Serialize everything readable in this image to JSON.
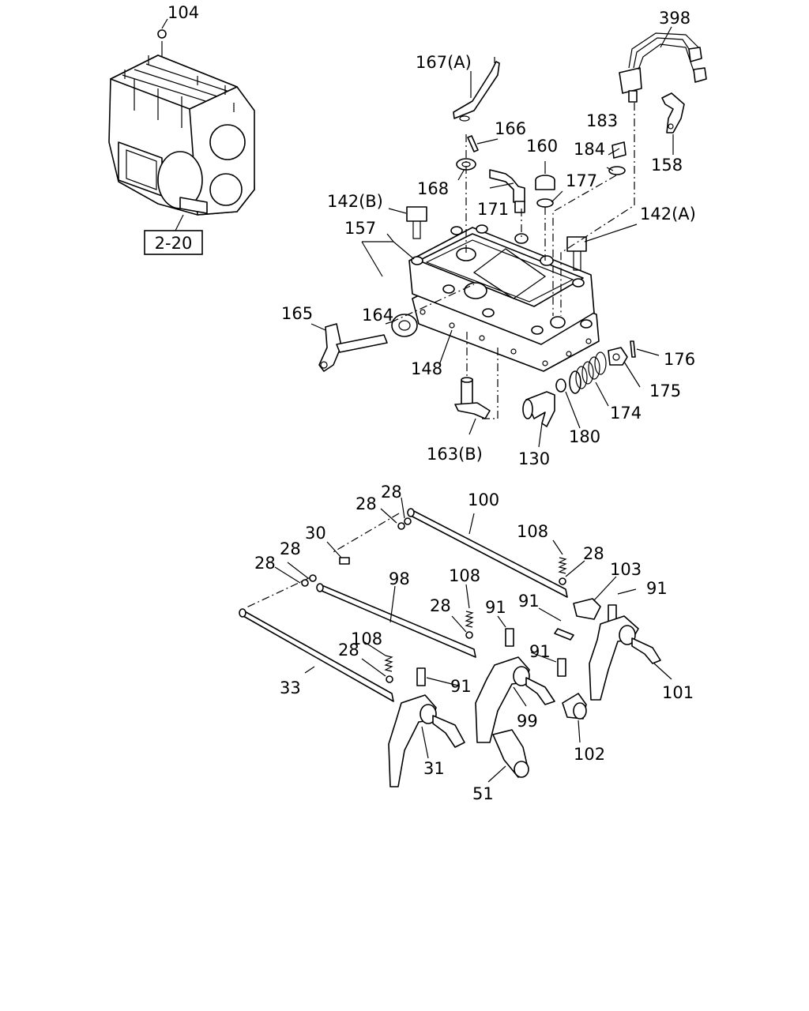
{
  "diagram": {
    "reference_box": "2-20",
    "labels": {
      "l104": "104",
      "l398": "398",
      "l167a": "167(A)",
      "l166": "166",
      "l168": "168",
      "l160": "160",
      "l183": "183",
      "l184": "184",
      "l158": "158",
      "l177": "177",
      "l171": "171",
      "l142b": "142(B)",
      "l142a": "142(A)",
      "l157": "157",
      "l164": "164",
      "l165": "165",
      "l148": "148",
      "l176": "176",
      "l175": "175",
      "l174": "174",
      "l180": "180",
      "l163b": "163(B)",
      "l130": "130",
      "l28a": "28",
      "l28b": "28",
      "l100": "100",
      "l30": "30",
      "l28c": "28",
      "l28d": "28",
      "l98": "98",
      "l108a": "108",
      "l108b": "108",
      "l28e": "28",
      "l103": "103",
      "l91a": "91",
      "l28f": "28",
      "l91b": "91",
      "l91c": "91",
      "l108c": "108",
      "l28g": "28",
      "l91d": "91",
      "l33": "33",
      "l91e": "91",
      "l99": "99",
      "l101": "101",
      "l102": "102",
      "l31": "31",
      "l51": "51"
    }
  }
}
